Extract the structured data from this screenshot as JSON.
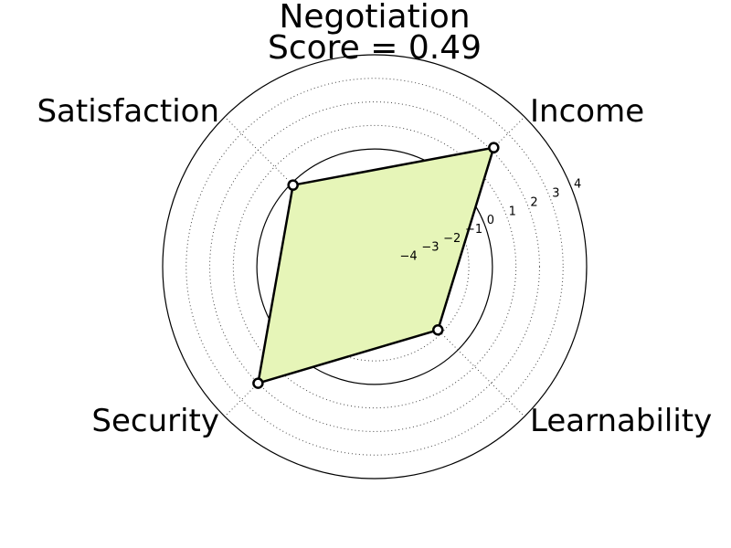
{
  "chart_data": {
    "type": "radar",
    "title": "Negotiation",
    "subtitle": "Score = 0.49",
    "axes": [
      "Income",
      "Learnability",
      "Security",
      "Satisfaction"
    ],
    "values": [
      2.15,
      -1.2,
      2.0,
      -0.1
    ],
    "rlim": [
      -5,
      4
    ],
    "rticks": [
      -4,
      -3,
      -2,
      -1,
      0,
      1,
      2,
      3,
      4
    ],
    "rtick_labels": [
      "−4",
      "−3",
      "−2",
      "−1",
      "0",
      "1",
      "2",
      "3",
      "4"
    ],
    "grid": true,
    "colors": {
      "fill": "#e6f5b8",
      "line": "#000000",
      "grid": "#444444"
    }
  }
}
